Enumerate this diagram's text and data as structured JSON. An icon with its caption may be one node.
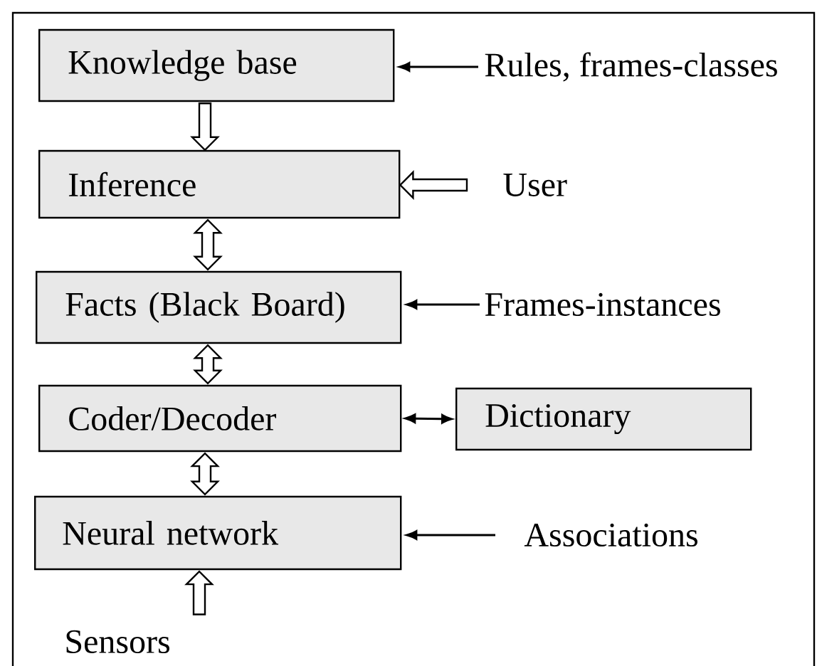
{
  "diagram": {
    "nodes": [
      {
        "text": [
          "Knowledge base"
        ]
      },
      {
        "text": [
          "Rules, frames-classes"
        ]
      },
      {
        "text": [
          "Inference"
        ]
      },
      {
        "text": [
          "User"
        ]
      },
      {
        "text": [
          "Facts (Black Board)"
        ]
      },
      {
        "text": [
          "Frames-instances"
        ]
      },
      {
        "text": [
          "Coder/Decoder"
        ]
      },
      {
        "text": [
          "Dictionary"
        ]
      },
      {
        "text": [
          "Neural network"
        ]
      },
      {
        "text": [
          "Associations"
        ]
      },
      {
        "text": [
          "Sensors"
        ]
      }
    ],
    "edges": [
      {
        "from": 1,
        "to": 0,
        "arrow": "to"
      },
      {
        "from": 0,
        "to": 2,
        "arrow": "to",
        "style": "thick"
      },
      {
        "from": 3,
        "to": 2,
        "arrow": "to",
        "style": "thick"
      },
      {
        "from": 2,
        "to": 4,
        "arrow": "both",
        "style": "thick"
      },
      {
        "from": 5,
        "to": 4,
        "arrow": "to"
      },
      {
        "from": 4,
        "to": 6,
        "arrow": "both",
        "style": "thick"
      },
      {
        "from": 6,
        "to": 7,
        "arrow": "both"
      },
      {
        "from": 6,
        "to": 8,
        "arrow": "both",
        "style": "thick"
      },
      {
        "from": 9,
        "to": 8,
        "arrow": "to"
      },
      {
        "from": 10,
        "to": 8,
        "arrow": "to",
        "style": "thick"
      }
    ]
  }
}
